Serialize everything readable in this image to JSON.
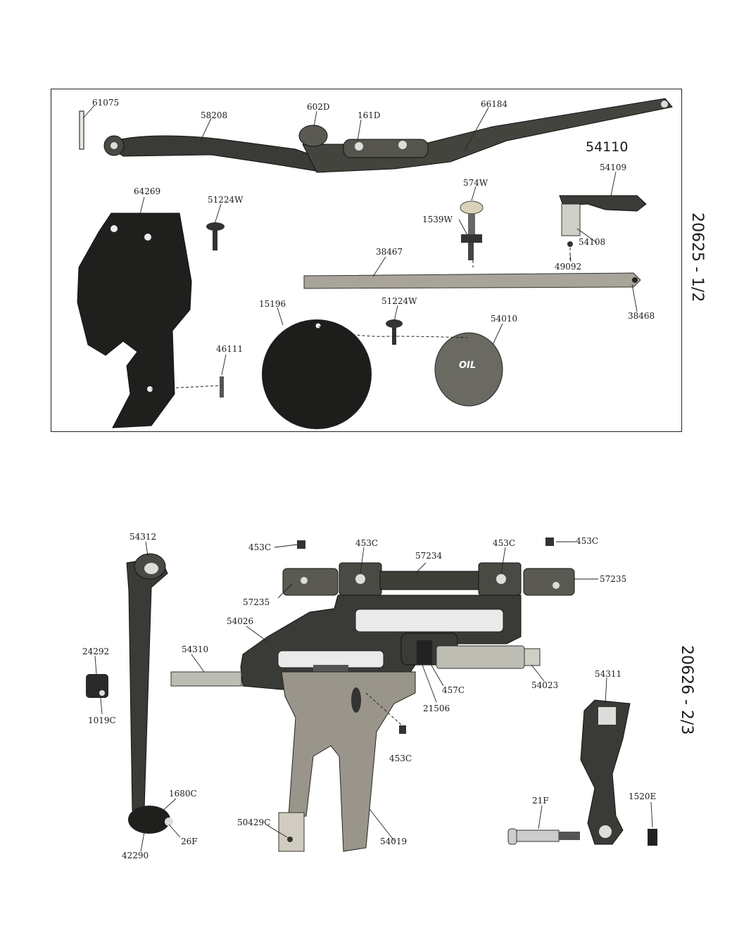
{
  "plate1": {
    "id": "20625 - 1/2",
    "big_label": "54110",
    "parts": {
      "p61075": "61075",
      "p58208": "58208",
      "p602d": "602D",
      "p161d": "161D",
      "p66184": "66184",
      "p54109": "54109",
      "p64269": "64269",
      "p51224w_a": "51224W",
      "p574w": "574W",
      "p1539w": "1539W",
      "p54108": "54108",
      "p49092": "49092",
      "p38467": "38467",
      "p38468": "38468",
      "p15196": "15196",
      "p51224w_b": "51224W",
      "p54010": "54010",
      "p46111": "46111"
    },
    "oil_text": "OIL"
  },
  "plate2": {
    "id": "20626 - 2/3",
    "parts": {
      "p54312": "54312",
      "p453c_a": "453C",
      "p453c_b": "453C",
      "p453c_c": "453C",
      "p453c_d": "453C",
      "p453c_e": "453C",
      "p57234": "57234",
      "p57235_a": "57235",
      "p57235_b": "57235",
      "p54026": "54026",
      "p24292": "24292",
      "p54310": "54310",
      "p457c": "457C",
      "p21506": "21506",
      "p54023": "54023",
      "p54311": "54311",
      "p1019c": "1019C",
      "p1680c": "1680C",
      "p1520e": "1520E",
      "p21f": "21F",
      "p50429c": "50429C",
      "p54019": "54019",
      "p26f": "26F",
      "p42290": "42290"
    }
  }
}
